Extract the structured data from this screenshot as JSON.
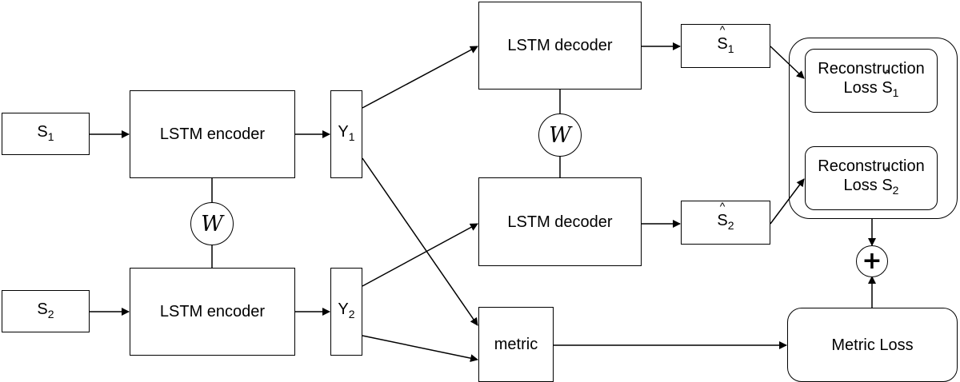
{
  "inputs": {
    "s1": {
      "base": "S",
      "sub": "1"
    },
    "s2": {
      "base": "S",
      "sub": "2"
    }
  },
  "encoders": {
    "top": "LSTM encoder",
    "bottom": "LSTM encoder"
  },
  "embeddings": {
    "y1": {
      "base": "Y",
      "sub": "1"
    },
    "y2": {
      "base": "Y",
      "sub": "2"
    }
  },
  "decoders": {
    "top": "LSTM decoder",
    "bottom": "LSTM decoder"
  },
  "outputs": {
    "s1_hat": {
      "base": "S",
      "sub": "1"
    },
    "s2_hat": {
      "base": "S",
      "sub": "2"
    }
  },
  "shared_weights": {
    "encoder_symbol": "W",
    "decoder_symbol": "W"
  },
  "metric": {
    "label": "metric"
  },
  "losses": {
    "recon1": {
      "line1": "Reconstruction",
      "line2": "Loss",
      "sym": "S",
      "sub": "1"
    },
    "recon2": {
      "line1": "Reconstruction",
      "line2": "Loss",
      "sym": "S",
      "sub": "2"
    },
    "metric_loss": "Metric Loss"
  },
  "sum_symbol": "+",
  "colors": {
    "stroke": "#000000",
    "fill": "#ffffff"
  }
}
